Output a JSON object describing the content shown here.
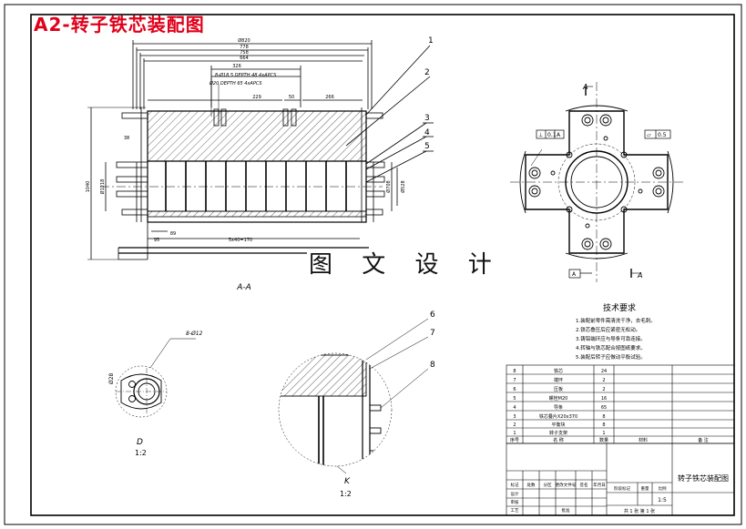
{
  "title": "A2-转子铁芯装配图",
  "watermark": "图 文 设 计",
  "views": {
    "section_label": "A-A",
    "detail_d": {
      "name": "D",
      "scale": "1:2"
    },
    "detail_k": {
      "name": "K",
      "scale": "1:2"
    },
    "section_marker": "A"
  },
  "balloons": [
    "1",
    "2",
    "3",
    "4",
    "5",
    "6",
    "7",
    "8"
  ],
  "dimensions": {
    "top": [
      "Ø820",
      "778",
      "758",
      "664",
      "326",
      "229",
      "50",
      "266"
    ],
    "holes": [
      "8-Ø18.5 DEPTH 48 4xAPCS",
      "Ø20 DEPTH 65 4xAPCS"
    ],
    "left": [
      "1040",
      "Ø1218",
      "38"
    ],
    "bottom": [
      "95",
      "89",
      "5x40=170"
    ],
    "right": [
      "Ø708",
      "Ø528"
    ]
  },
  "tolerance_frames": [
    {
      "symbol": "⊥",
      "value": "0.1",
      "datum": "A"
    },
    {
      "symbol": "▱",
      "value": "0.5",
      "datum": ""
    }
  ],
  "tech_requirements": {
    "title": "技术要求",
    "items": [
      "1.装配前零件需清洗干净，去毛刺。",
      "2.铁芯叠压后应紧密无松动。",
      "3.铸铝端环应与导条可靠连接。",
      "4.转轴与铁芯配合按图纸要求。",
      "5.装配后转子应做动平衡试验。"
    ]
  },
  "bom": {
    "rows": [
      {
        "no": "8",
        "name": "铁芯",
        "qty": "24"
      },
      {
        "no": "7",
        "name": "端环",
        "qty": "2"
      },
      {
        "no": "6",
        "name": "压板",
        "qty": "2"
      },
      {
        "no": "5",
        "name": "螺栓M20",
        "qty": "16"
      },
      {
        "no": "4",
        "name": "导条",
        "qty": "65"
      },
      {
        "no": "3",
        "name": "铁芯叠片X20x370",
        "qty": "8"
      },
      {
        "no": "2",
        "name": "平衡块",
        "qty": "8"
      },
      {
        "no": "1",
        "name": "转子支架",
        "qty": "1"
      }
    ],
    "header": {
      "no": "序号",
      "name": "名 称",
      "qty": "数量",
      "material": "材料",
      "note": "备 注"
    }
  },
  "title_block": {
    "drawing_name": "转子铁芯装配图",
    "scale": "1:5",
    "sheet": "共 1 张  第 1 张",
    "signoff_labels": [
      "标记",
      "处数",
      "分区",
      "更改文件号",
      "签名",
      "年月日"
    ],
    "role_labels": [
      "设计",
      "审核",
      "工艺",
      "批准"
    ],
    "stage_labels": [
      "阶段标记",
      "重量",
      "比例"
    ]
  }
}
